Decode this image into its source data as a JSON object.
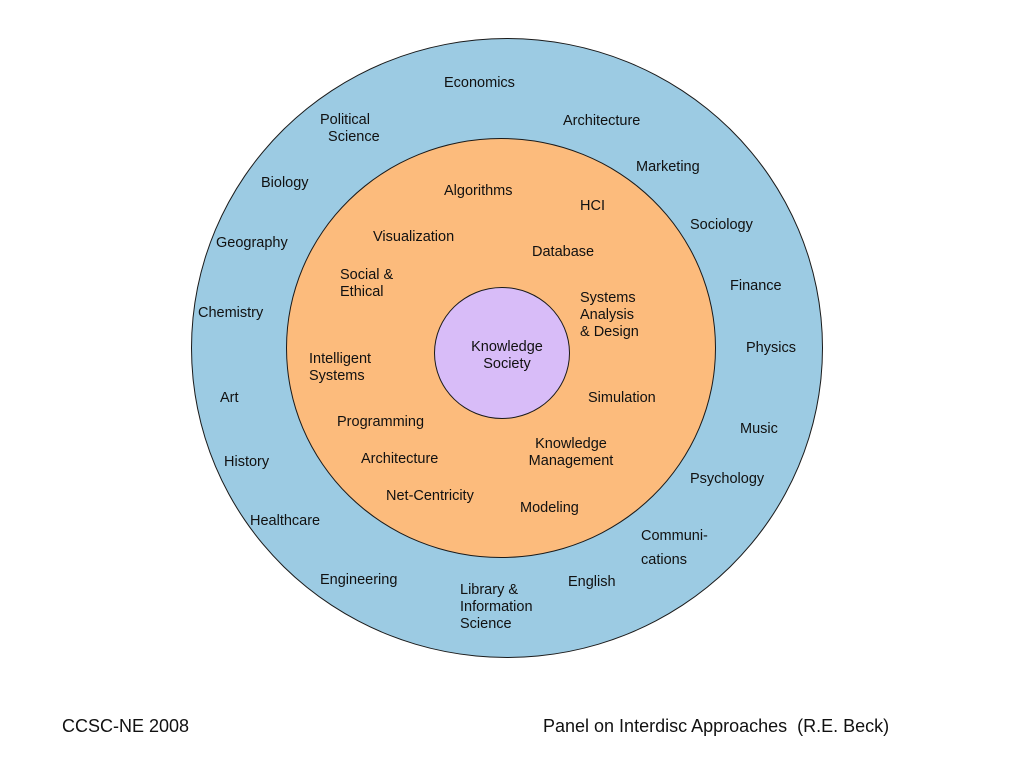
{
  "center": {
    "label": "Knowledge\nSociety"
  },
  "middle_ring": {
    "algorithms": "Algorithms",
    "hci": "HCI",
    "visualization": "Visualization",
    "database": "Database",
    "social_ethical": "Social &\nEthical",
    "systems_analysis": "Systems\nAnalysis\n& Design",
    "intelligent_systems": "Intelligent\nSystems",
    "simulation": "Simulation",
    "programming": "Programming",
    "knowledge_management": "Knowledge\nManagement",
    "architecture": "Architecture",
    "net_centricity": "Net-Centricity",
    "modeling": "Modeling"
  },
  "outer_ring": {
    "economics": "Economics",
    "political_science": "Political\n  Science",
    "architecture": "Architecture",
    "marketing": "Marketing",
    "biology": "Biology",
    "sociology": "Sociology",
    "geography": "Geography",
    "finance": "Finance",
    "chemistry": "Chemistry",
    "physics": "Physics",
    "art": "Art",
    "music": "Music",
    "history": "History",
    "psychology": "Psychology",
    "healthcare": "Healthcare",
    "communications": "Communi-\ncations",
    "engineering": "Engineering",
    "english": "English",
    "library_science": "Library &\nInformation\nScience"
  },
  "footer": {
    "left": "CCSC-NE 2008",
    "right": "Panel on Interdisc Approaches  (R.E. Beck)"
  },
  "colors": {
    "outer_ring": "#9ccbe3",
    "middle_ring": "#fcbb7c",
    "inner_ring": "#d8bcf8"
  }
}
